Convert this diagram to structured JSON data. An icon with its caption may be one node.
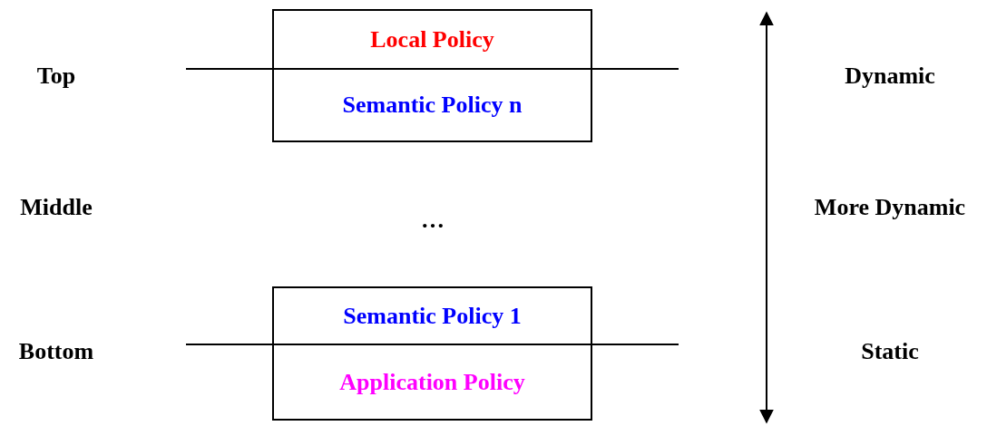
{
  "diagram": {
    "nodes": [
      {
        "text": [
          "Local Policy"
        ]
      },
      {
        "text": [
          "Semantic Policy n"
        ]
      },
      {
        "text": [
          "Semantic Policy 1"
        ]
      },
      {
        "text": [
          "Application Policy"
        ]
      }
    ],
    "edges": [],
    "labels": [
      "Top",
      "Dynamic",
      "Middle",
      "…",
      "More Dynamic",
      "Bottom",
      "Static"
    ]
  }
}
